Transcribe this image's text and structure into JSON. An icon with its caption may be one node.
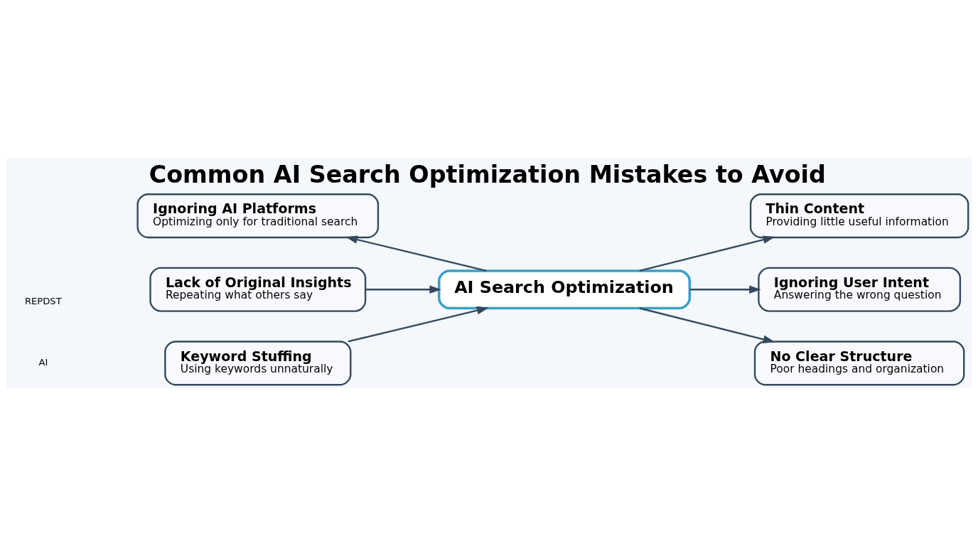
{
  "diagram": {
    "title": "Common AI Search Optimization Mistakes to Avoid",
    "nodes": [
      {
        "text": [
          "Keyword Stuffing",
          "Using keywords unnaturally"
        ]
      },
      {
        "text": [
          "Thin Content",
          "Providing little useful information"
        ]
      },
      {
        "text": [
          "Ignoring AI Platforms",
          "Optimizing only for traditional search"
        ]
      },
      {
        "text": [
          "AI Search Optimization"
        ]
      },
      {
        "text": [
          "Ignoring User Intent",
          "Answering the wrong question"
        ]
      },
      {
        "text": [
          "Lack of Original Insights",
          "Repeating what others say"
        ]
      },
      {
        "text": [
          "No Clear Structure",
          "Poor headings and organization"
        ]
      }
    ],
    "edges": [
      {
        "from": 0,
        "to": 3,
        "arrow": "to"
      },
      {
        "from": 3,
        "to": 1,
        "arrow": "to"
      },
      {
        "from": 3,
        "to": 2,
        "arrow": "to"
      },
      {
        "from": 3,
        "to": 4,
        "arrow": "to"
      },
      {
        "from": 5,
        "to": 3,
        "arrow": "to"
      },
      {
        "from": 3,
        "to": 6,
        "arrow": "to"
      }
    ],
    "labels": [
      "AI",
      "REPDST"
    ]
  }
}
